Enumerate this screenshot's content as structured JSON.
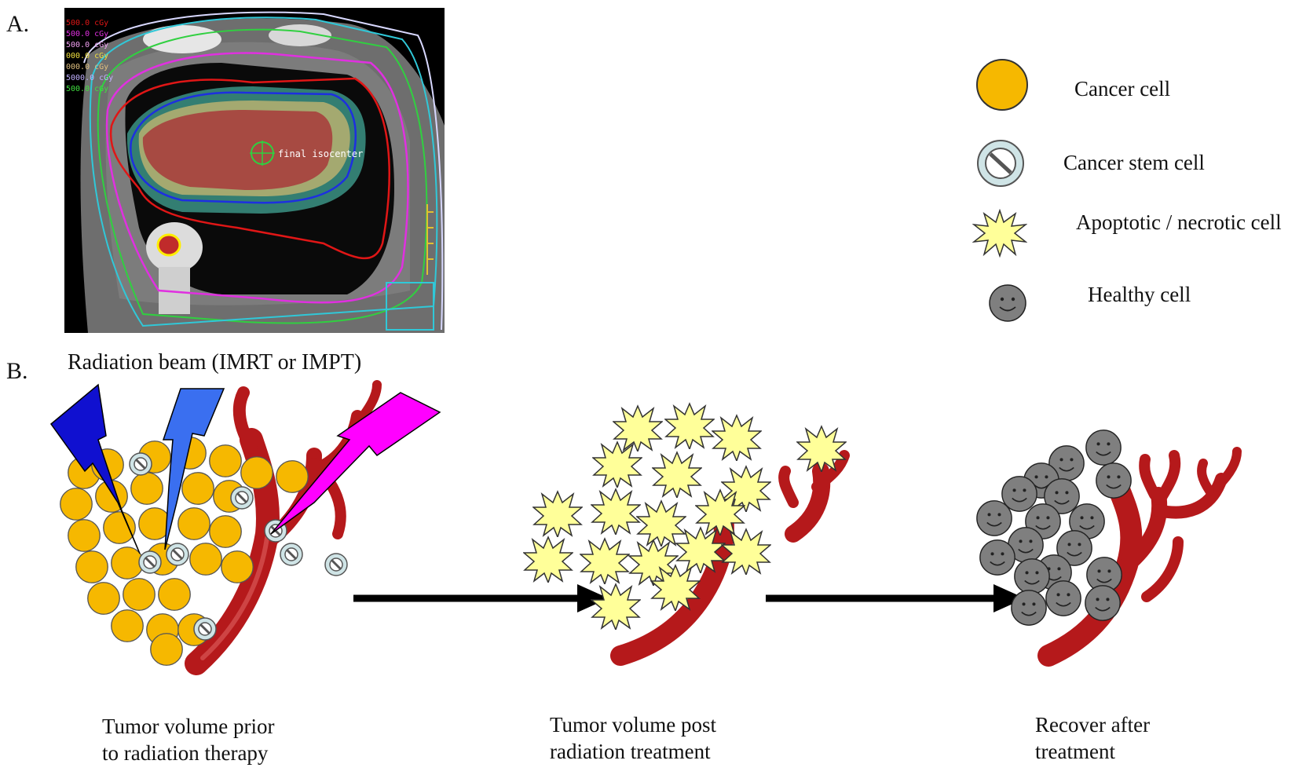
{
  "panels": {
    "a_label": "A.",
    "b_label": "B."
  },
  "ct_scan": {
    "isodose_labels": [
      "500.0 cGy",
      "500.0 cGy",
      "500.0 cGy",
      "000.0 cGy",
      "000.0 cGy",
      "5000.0 cGy",
      "500.0 cGy"
    ],
    "isocenter_label": "final isocenter"
  },
  "legend": {
    "cancer_cell": "Cancer cell",
    "cancer_stem_cell": "Cancer stem cell",
    "apoptotic_cell": "Apoptotic / necrotic cell",
    "healthy_cell": "Healthy cell"
  },
  "beam_label": "Radiation beam (IMRT or IMPT)",
  "stages": {
    "prior": [
      "Tumor volume prior",
      "to radiation therapy"
    ],
    "post": [
      "Tumor volume post",
      "radiation treatment"
    ],
    "recover": [
      "Recover after",
      "treatment"
    ]
  },
  "colors": {
    "cancer_cell": "#f6b800",
    "stem_cell": "#cfe4e6",
    "apoptotic_cell": "#ffff99",
    "healthy_cell": "#7f7f7f",
    "vessel": "#b5191b",
    "beam_dark_blue": "#1010d0",
    "beam_blue": "#3a6ff0",
    "beam_magenta": "#ff00ff"
  }
}
